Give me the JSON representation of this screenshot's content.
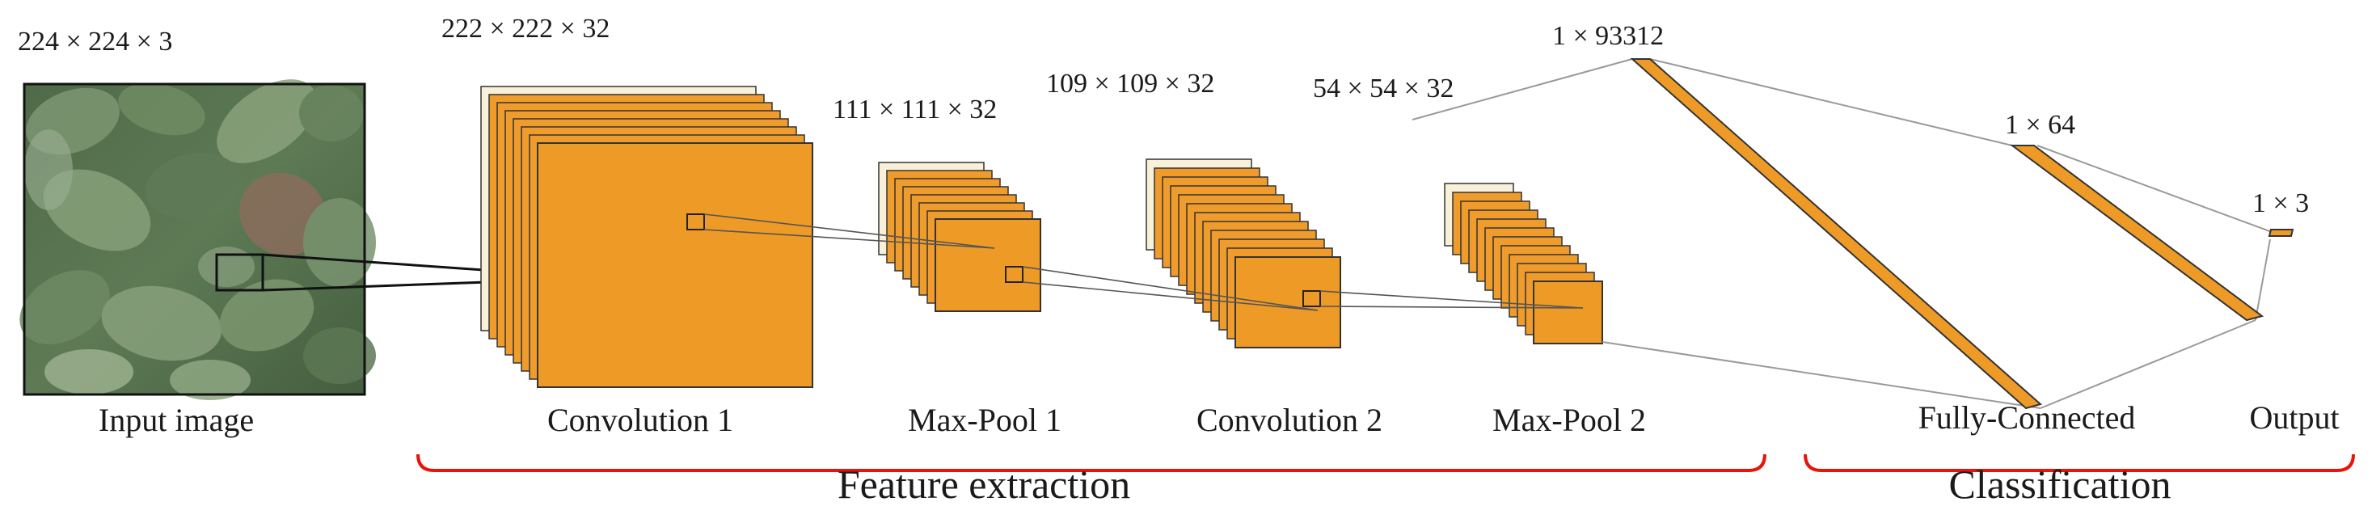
{
  "colors": {
    "feature_map": "#ee9a26",
    "feature_map_back": "#f8f0d8",
    "bracket": "#e8140a"
  },
  "layers": {
    "input": {
      "dims": "224 × 224 × 3",
      "label": "Input image"
    },
    "conv1": {
      "dims": "222 × 222 × 32",
      "label": "Convolution 1",
      "maps": 8
    },
    "pool1": {
      "dims": "111 × 111 × 32",
      "label": "Max-Pool 1",
      "maps": 8
    },
    "conv2": {
      "dims": "109 × 109 × 32",
      "label": "Convolution 2",
      "maps": 12
    },
    "pool2": {
      "dims": "54 × 54 × 32",
      "label": "Max-Pool 2",
      "maps": 12
    },
    "flatten": {
      "dims": "1 × 93312"
    },
    "fc": {
      "dims": "1 × 64",
      "label": "Fully-Connected"
    },
    "output": {
      "dims": "1 × 3",
      "label": "Output"
    }
  },
  "sections": {
    "feature_extraction": "Feature extraction",
    "classification": "Classification"
  }
}
